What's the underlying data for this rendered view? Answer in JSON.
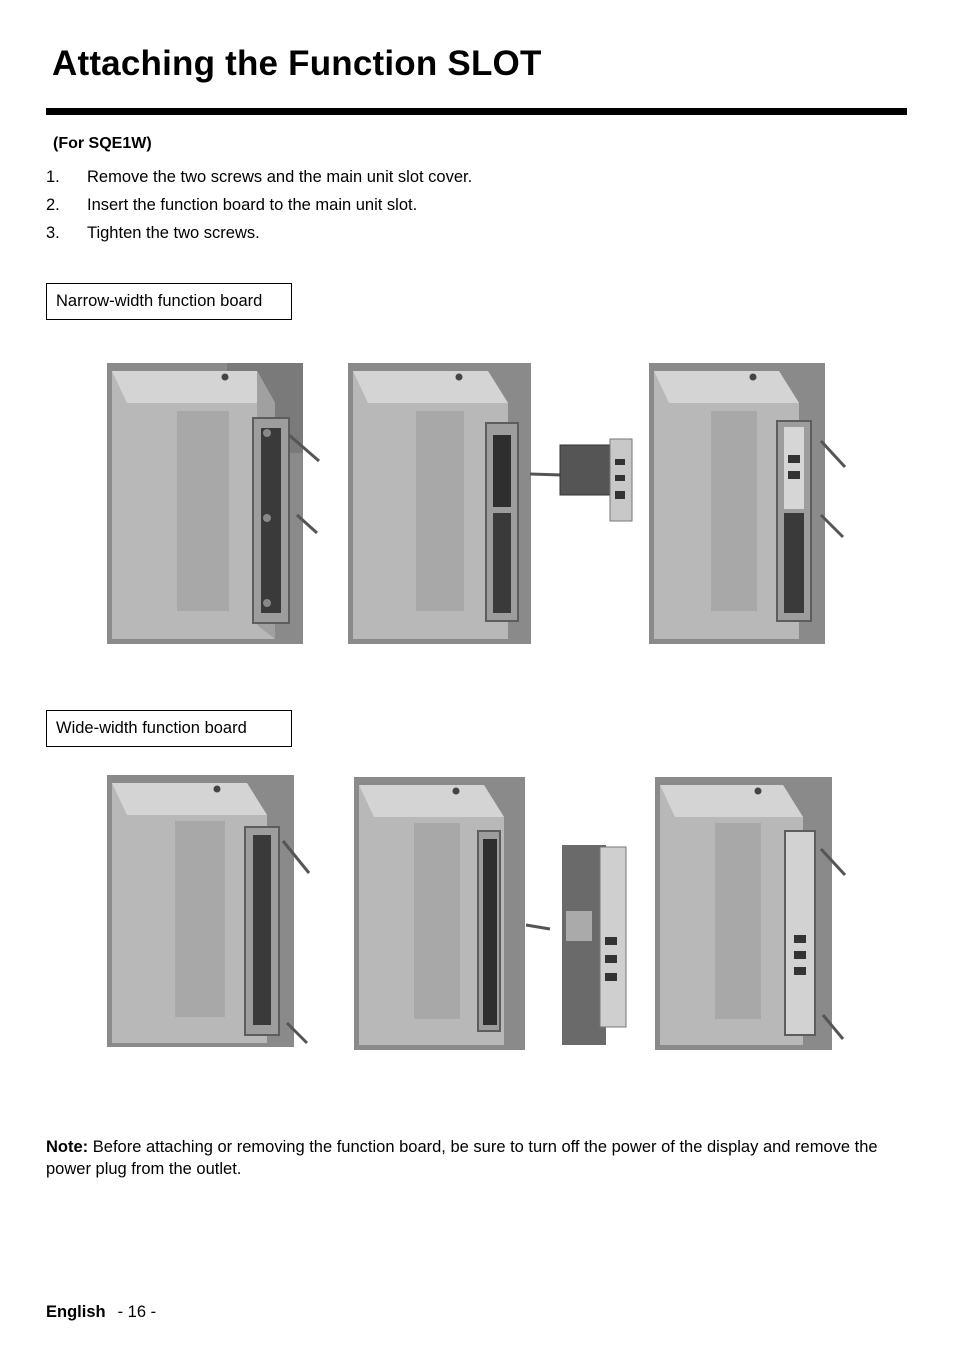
{
  "page": {
    "title": "Attaching the Function SLOT",
    "model": "(For SQE1W)",
    "steps": [
      {
        "num": "1.",
        "text": "Remove the two screws and the main unit slot cover."
      },
      {
        "num": "2.",
        "text": "Insert the function board to the main unit slot."
      },
      {
        "num": "3.",
        "text": "Tighten the two screws."
      }
    ],
    "sections": [
      {
        "label": "Narrow-width function board"
      },
      {
        "label": "Wide-width function board"
      }
    ],
    "note": {
      "label": "Note:",
      "text": " Before attaching or removing the function board, be sure to turn off the power of the display and remove the power plug from the outlet."
    },
    "footer": {
      "language": "English",
      "page": "- 16 -"
    }
  },
  "colors": {
    "rule": "#000000",
    "illustration_bg": "#8c8c8c",
    "panel": "#b5b5b5"
  }
}
